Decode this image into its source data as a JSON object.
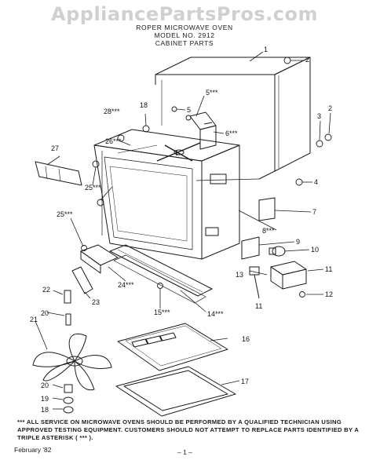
{
  "watermark": "AppliancePartsPros.com",
  "header": {
    "line1": "ROPER MICROWAVE OVEN",
    "line2": "MODEL NO. 2912",
    "line3": "CABINET PARTS"
  },
  "callouts": [
    {
      "id": "c1",
      "label": "1"
    },
    {
      "id": "c2a",
      "label": "2"
    },
    {
      "id": "c2b",
      "label": "2"
    },
    {
      "id": "c3",
      "label": "3"
    },
    {
      "id": "c4",
      "label": "4"
    },
    {
      "id": "c5",
      "label": "5"
    },
    {
      "id": "c5s",
      "label": "5***"
    },
    {
      "id": "c6s",
      "label": "6***"
    },
    {
      "id": "c7",
      "label": "7"
    },
    {
      "id": "c8s",
      "label": "8***"
    },
    {
      "id": "c9",
      "label": "9"
    },
    {
      "id": "c10",
      "label": "10"
    },
    {
      "id": "c11a",
      "label": "11"
    },
    {
      "id": "c11b",
      "label": "11"
    },
    {
      "id": "c12",
      "label": "12"
    },
    {
      "id": "c13",
      "label": "13"
    },
    {
      "id": "c14s",
      "label": "14***"
    },
    {
      "id": "c15s",
      "label": "15***"
    },
    {
      "id": "c16",
      "label": "16"
    },
    {
      "id": "c17",
      "label": "17"
    },
    {
      "id": "c18a",
      "label": "18"
    },
    {
      "id": "c18b",
      "label": "18"
    },
    {
      "id": "c19",
      "label": "19"
    },
    {
      "id": "c20a",
      "label": "20"
    },
    {
      "id": "c20b",
      "label": "20"
    },
    {
      "id": "c21",
      "label": "21"
    },
    {
      "id": "c22",
      "label": "22"
    },
    {
      "id": "c23",
      "label": "23"
    },
    {
      "id": "c24s",
      "label": "24***"
    },
    {
      "id": "c25a",
      "label": "25***"
    },
    {
      "id": "c25b",
      "label": "25***"
    },
    {
      "id": "c26s",
      "label": "26***"
    },
    {
      "id": "c27",
      "label": "27"
    },
    {
      "id": "c28s",
      "label": "28***"
    }
  ],
  "footer": {
    "note": "*** ALL SERVICE ON MICROWAVE OVENS SHOULD BE PERFORMED BY A QUALIFIED TECHNICIAN USING APPROVED TESTING EQUIPMENT. CUSTOMERS SHOULD NOT ATTEMPT TO REPLACE PARTS IDENTIFIED BY A TRIPLE ASTERISK ( *** ).",
    "date": "February '82",
    "page": "– 1 –"
  }
}
